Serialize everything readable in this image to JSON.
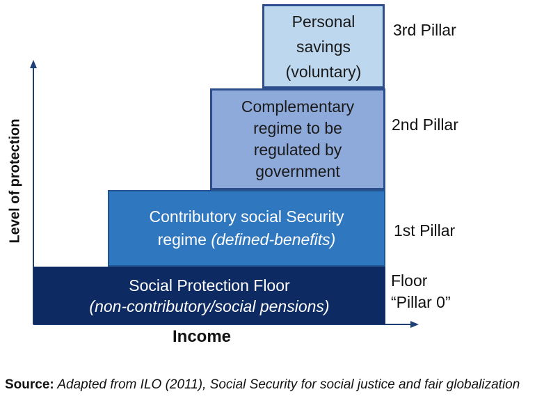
{
  "diagram": {
    "floor": {
      "line1": "Social Protection Floor",
      "line2": "(non-contributory/social pensions)",
      "label_line1": "Floor",
      "label_line2": "“Pillar 0”"
    },
    "pillar1": {
      "line1": "Contributory social Security",
      "line2_plain": "regime ",
      "line2_italic": "(defined-benefits)",
      "label": "1st Pillar"
    },
    "pillar2": {
      "lines": [
        "Complementary",
        "regime to be",
        "regulated by",
        "government"
      ],
      "label": "2nd Pillar"
    },
    "pillar3": {
      "lines": [
        "Personal",
        "savings",
        "(voluntary)"
      ],
      "label": "3rd Pillar"
    },
    "axes": {
      "y_label": "Level of protection",
      "x_label": "Income"
    }
  },
  "source": {
    "prefix": "Source:",
    "text": " Adapted from ILO (2011), Social Security for social justice and fair globalization"
  },
  "colors": {
    "floor": "#0d2a63",
    "pillar1": "#2f77bf",
    "pillar2": "#8eaadb",
    "pillar3": "#bdd7ee",
    "axis": "#1f3f77"
  }
}
